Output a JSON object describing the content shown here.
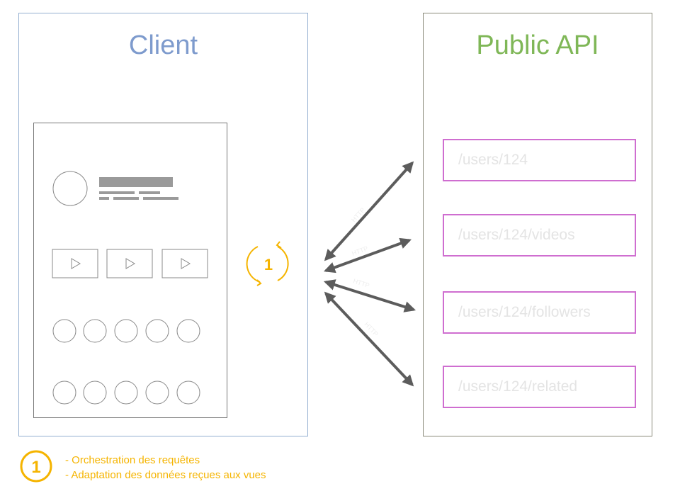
{
  "client": {
    "title": "Client"
  },
  "public_api": {
    "title": "Public API",
    "endpoints": [
      "/users/124",
      "/users/124/videos",
      "/users/124/followers",
      "/users/124/related"
    ]
  },
  "connections": {
    "protocol_label": "HTTP"
  },
  "orchestrator": {
    "badge": "1"
  },
  "legend": {
    "badge": "1",
    "items": [
      "- Orchestration des requêtes",
      "- Adaptation des données reçues aux vues"
    ]
  },
  "colors": {
    "client_accent": "#7e9bcd",
    "api_accent": "#7fb757",
    "endpoint_border": "#cf6ed0",
    "orchestrator_accent": "#f5b400",
    "arrow": "#5c5c5c"
  }
}
